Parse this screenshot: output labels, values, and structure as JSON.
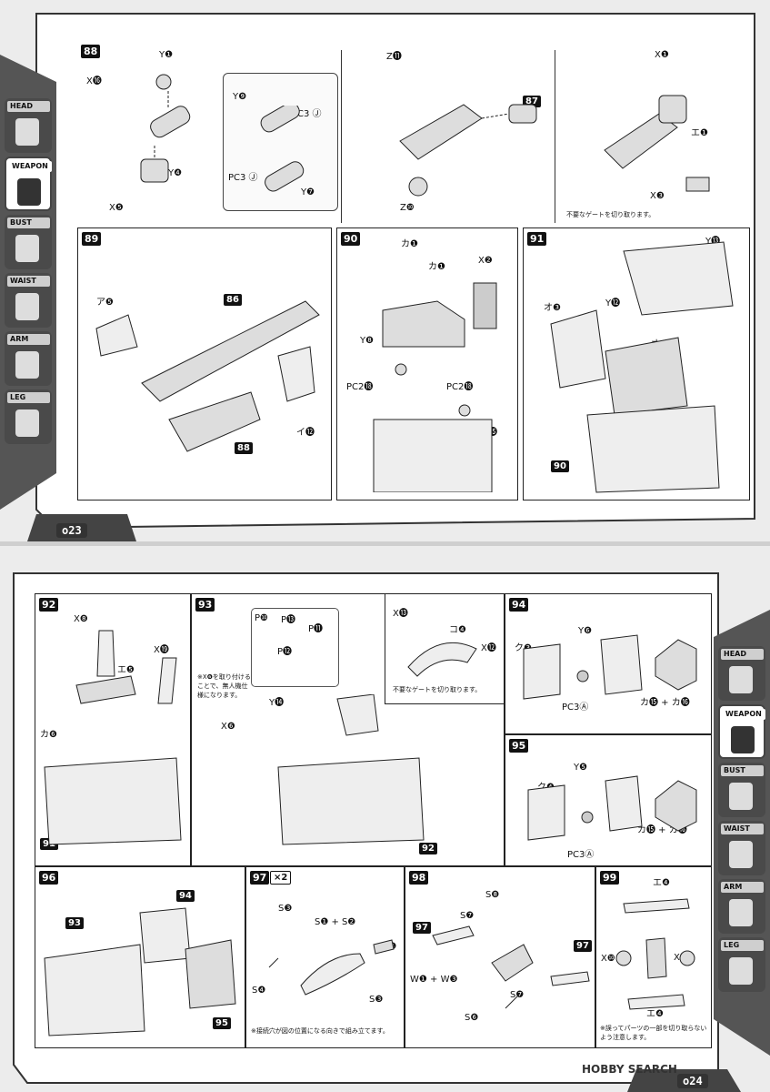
{
  "top_page": {
    "page_number": "o23",
    "tabs": [
      {
        "label": "HEAD",
        "icon": "head-icon",
        "active": false
      },
      {
        "label": "WEAPON",
        "icon": "weapon-icon",
        "active": true
      },
      {
        "label": "BUST",
        "icon": "bust-icon",
        "active": false
      },
      {
        "label": "WAIST",
        "icon": "waist-icon",
        "active": false
      },
      {
        "label": "ARM",
        "icon": "arm-icon",
        "active": false
      },
      {
        "label": "LEG",
        "icon": "leg-icon",
        "active": false
      }
    ],
    "steps": {
      "s88": {
        "num": "88",
        "labels": [
          "Y❶",
          "X⓰",
          "Y❹",
          "X❺"
        ],
        "inset": [
          "Y❾",
          "PC3 Ⓙ",
          "PC3 Ⓙ",
          "Y❼"
        ]
      },
      "s88b": {
        "labels": [
          "Z⓫",
          "87",
          "Z❿"
        ]
      },
      "s88c": {
        "labels": [
          "X❶",
          "エ❶",
          "X❸"
        ],
        "note": "不要なゲートを切り取ります。"
      },
      "s89": {
        "num": "89",
        "labels": [
          "ア❺",
          "86",
          "イ⓬",
          "88"
        ]
      },
      "s90": {
        "num": "90",
        "labels": [
          "カ❶",
          "カ❶",
          "X❷",
          "Y❽",
          "PC2⓲",
          "PC2⓲",
          "Y⓯"
        ]
      },
      "s91": {
        "num": "91",
        "labels": [
          "Y⓭",
          "オ❸",
          "Y⓬",
          "オ❷",
          "90"
        ]
      }
    }
  },
  "bottom_page": {
    "page_number": "o24",
    "tabs": [
      {
        "label": "HEAD",
        "icon": "head-icon",
        "active": false
      },
      {
        "label": "WEAPON",
        "icon": "weapon-icon",
        "active": true
      },
      {
        "label": "BUST",
        "icon": "bust-icon",
        "active": false
      },
      {
        "label": "WAIST",
        "icon": "waist-icon",
        "active": false
      },
      {
        "label": "ARM",
        "icon": "arm-icon",
        "active": false
      },
      {
        "label": "LEG",
        "icon": "leg-icon",
        "active": false
      }
    ],
    "steps": {
      "s92": {
        "num": "92",
        "labels": [
          "X❽",
          "X⓳",
          "エ❺",
          "カ❻",
          "91"
        ]
      },
      "s93": {
        "num": "93",
        "labels": [
          "P❿",
          "P⓭",
          "P⓫",
          "P⓬",
          "Y⓮",
          "X❻",
          "92"
        ],
        "note_x6": "※X❻を取り付けることで、無人機仕様になります。"
      },
      "s93b": {
        "labels": [
          "X⓭",
          "コ❹",
          "X⓬"
        ],
        "note": "不要なゲートを切り取ります。"
      },
      "s94": {
        "num": "94",
        "labels": [
          "ク❸",
          "Y❻",
          "PC3Ⓐ",
          "カ⓯ + カ⓰"
        ]
      },
      "s95": {
        "num": "95",
        "labels": [
          "ク❹",
          "Y❺",
          "PC3Ⓐ",
          "カ⓯ + カ⓰"
        ]
      },
      "s96": {
        "num": "96",
        "labels": [
          "93",
          "94",
          "95"
        ]
      },
      "s97": {
        "num": "97",
        "multiplier": "×2",
        "labels": [
          "S❸",
          "S❶ + S❷",
          "S❹",
          "S❹",
          "S❸"
        ],
        "note": "※接続穴が図の位置になる向きで組み立てます。"
      },
      "s98": {
        "num": "98",
        "labels": [
          "S❽",
          "S❼",
          "97",
          "W❶ + W❸",
          "S❼",
          "97",
          "S❻"
        ]
      },
      "s99": {
        "num": "99",
        "labels": [
          "エ❹",
          "X❿",
          "X⓫",
          "エ❹"
        ],
        "note": "※誤ってパーツの一部を切り取らないよう注意します。"
      }
    }
  },
  "watermark": "HOBBY SEARCH"
}
